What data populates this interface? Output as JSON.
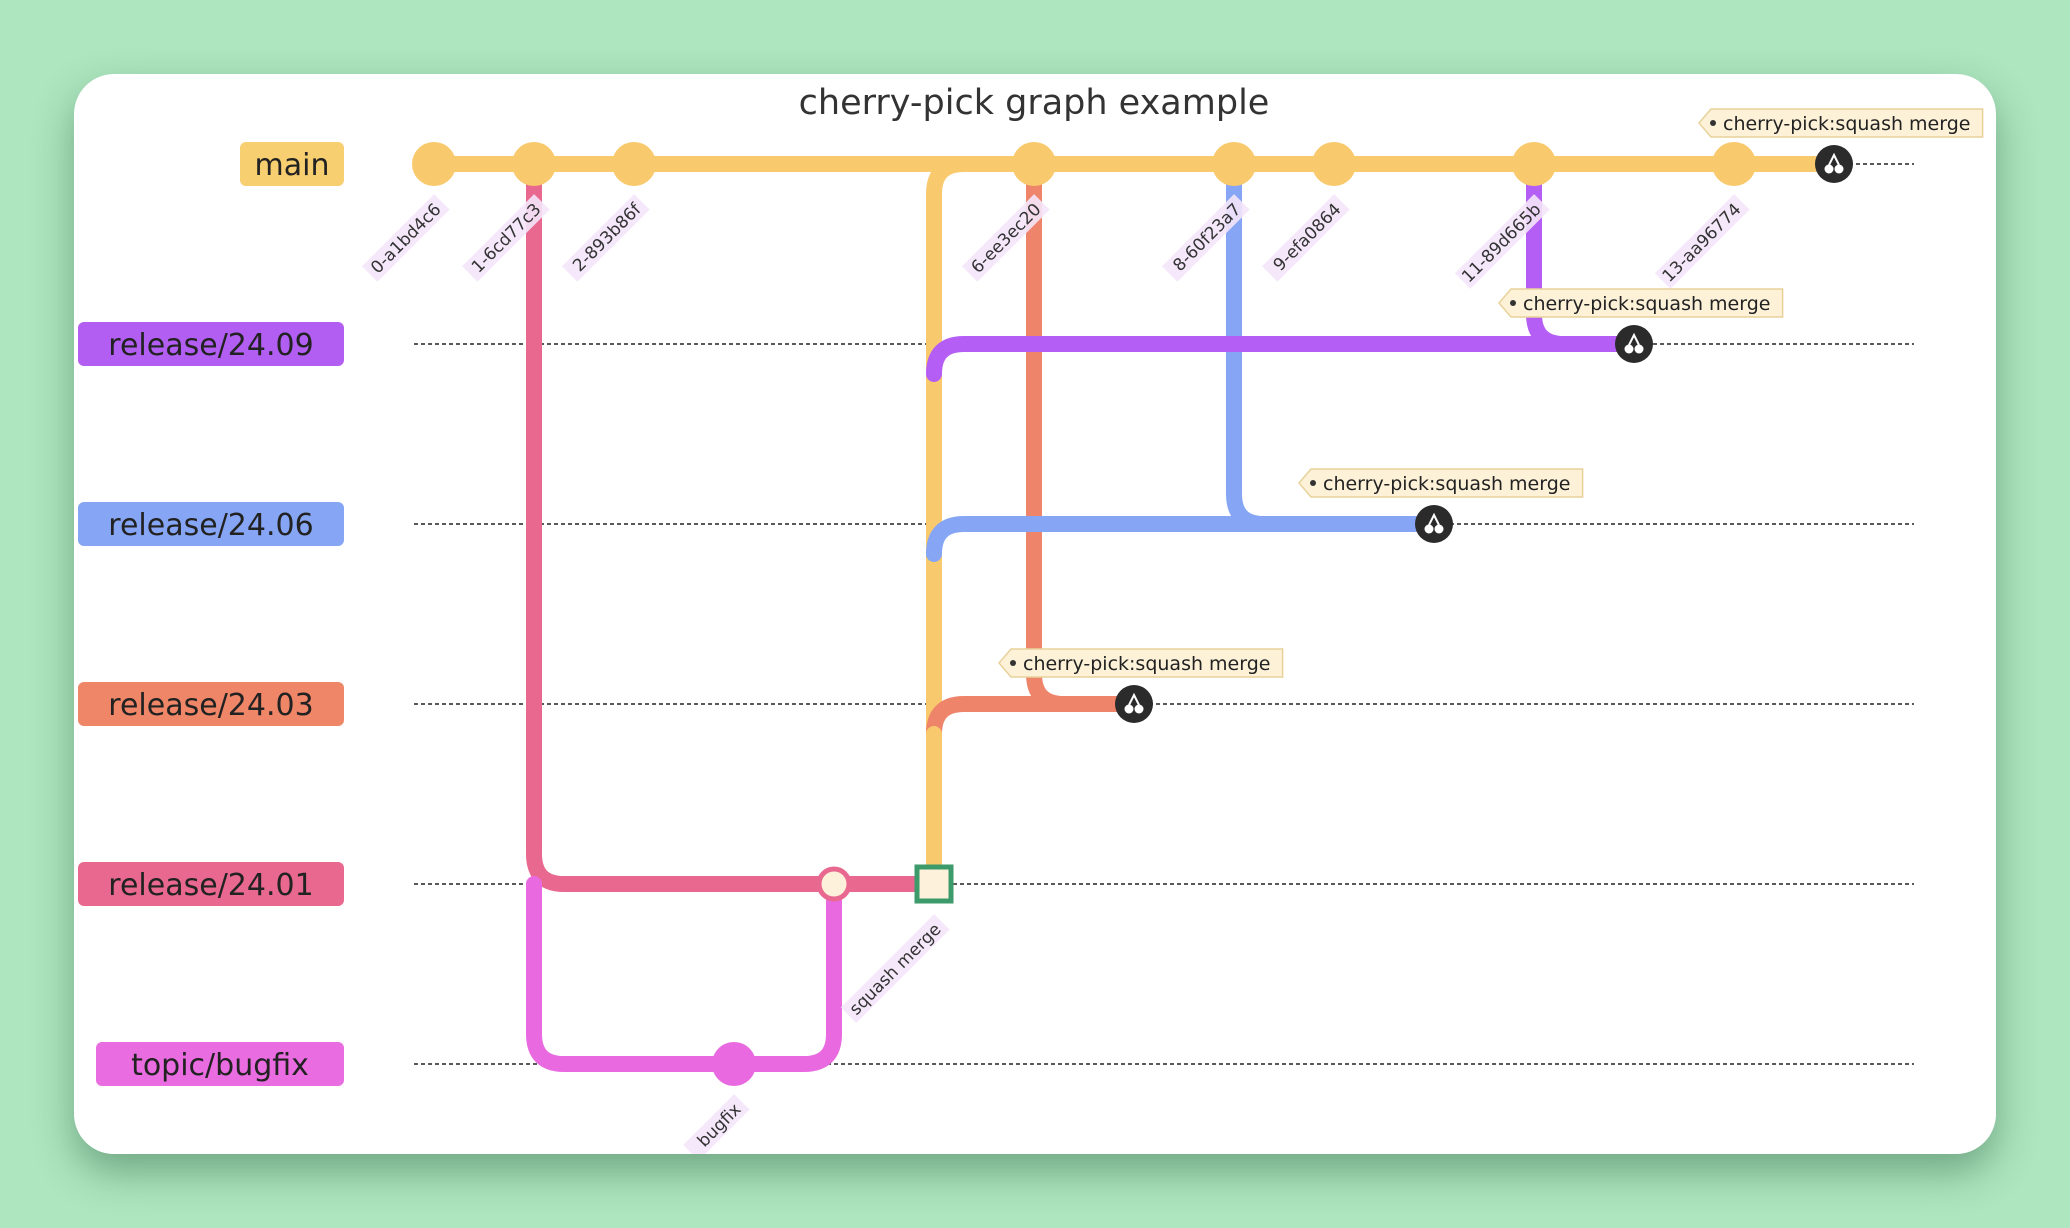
{
  "title": "cherry-pick graph example",
  "branches": [
    {
      "id": "main",
      "name": "main",
      "color": "#f9c96e",
      "labelColor": "#f7ce70"
    },
    {
      "id": "r0909",
      "name": "release/24.09",
      "color": "#b55ef5",
      "labelColor": "#b35ef2"
    },
    {
      "id": "r0606",
      "name": "release/24.06",
      "color": "#86a6f5",
      "labelColor": "#86a6f5"
    },
    {
      "id": "r0303",
      "name": "release/24.03",
      "color": "#ee8469",
      "labelColor": "#ef8668"
    },
    {
      "id": "r0101",
      "name": "release/24.01",
      "color": "#e8688f",
      "labelColor": "#e8688f"
    },
    {
      "id": "bugfix",
      "name": "topic/bugfix",
      "color": "#e96ae0",
      "labelColor": "#e96ce0"
    }
  ],
  "commits": [
    {
      "id": "0-a1bd4c6",
      "branch": "main",
      "type": "normal"
    },
    {
      "id": "1-6cd77c3",
      "branch": "main",
      "type": "normal"
    },
    {
      "id": "2-893b86f",
      "branch": "main",
      "type": "normal"
    },
    {
      "id": "bugfix",
      "branch": "bugfix",
      "type": "normal"
    },
    {
      "id": "",
      "branch": "r0101",
      "type": "merge"
    },
    {
      "id": "squash merge",
      "branch": "r0101",
      "type": "highlight"
    },
    {
      "id": "6-ee3ec20",
      "branch": "main",
      "type": "normal"
    },
    {
      "id": "",
      "branch": "r0303",
      "type": "cherry-pick",
      "tag": "cherry-pick:squash merge"
    },
    {
      "id": "8-60f23a7",
      "branch": "main",
      "type": "normal"
    },
    {
      "id": "9-efa0864",
      "branch": "main",
      "type": "normal"
    },
    {
      "id": "",
      "branch": "r0606",
      "type": "cherry-pick",
      "tag": "cherry-pick:squash merge"
    },
    {
      "id": "11-89d665b",
      "branch": "main",
      "type": "normal"
    },
    {
      "id": "",
      "branch": "r0909",
      "type": "cherry-pick",
      "tag": "cherry-pick:squash merge"
    },
    {
      "id": "13-aa96774",
      "branch": "main",
      "type": "normal"
    },
    {
      "id": "",
      "branch": "main",
      "type": "cherry-pick",
      "tag": "cherry-pick:squash merge"
    }
  ],
  "connections": [
    {
      "from": "1-6cd77c3",
      "to": "release/24.01",
      "branch": "r0101"
    },
    {
      "from": "release/24.01",
      "to": "bugfix",
      "branch": "bugfix"
    },
    {
      "from": "bugfix",
      "to": "release/24.01 merge",
      "branch": "bugfix"
    },
    {
      "from": "squash merge",
      "to": "release/24.03",
      "branch": "main"
    },
    {
      "from": "6-ee3ec20",
      "to": "cherry-pick 24.03",
      "branch": "r0303"
    },
    {
      "from": "8-60f23a7",
      "to": "cherry-pick 24.06",
      "branch": "r0606"
    },
    {
      "from": "11-89d665b",
      "to": "cherry-pick 24.09",
      "branch": "r0909"
    }
  ]
}
